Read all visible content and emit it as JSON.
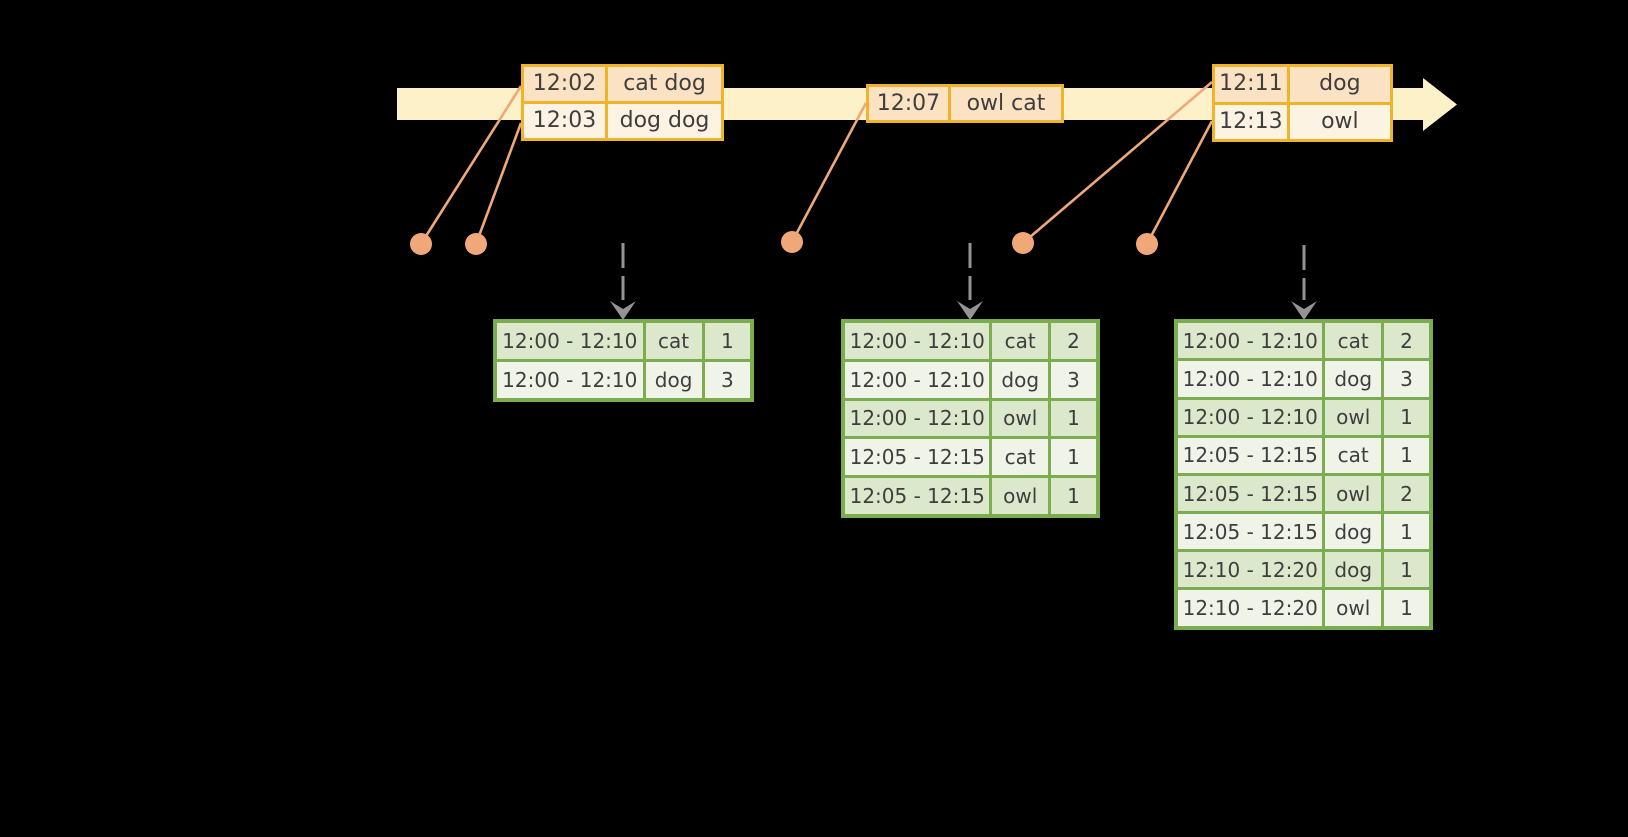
{
  "palette": {
    "bg": "#000000",
    "timeline_fill": "#FCF1C9",
    "event_border": "#F0B42C",
    "event_row_odd": "#FBE2C2",
    "event_row_even": "#FDF3E3",
    "marker": "#F1A878",
    "result_border": "#7BAD50",
    "result_row_odd": "#DCE8CC",
    "result_row_even": "#EFF3E8",
    "trigger_arrow": "#949494",
    "text": "#3E3E3E"
  },
  "event_tables": [
    {
      "rows": [
        [
          "12:02",
          "cat dog"
        ],
        [
          "12:03",
          "dog dog"
        ]
      ]
    },
    {
      "rows": [
        [
          "12:07",
          "owl cat"
        ]
      ]
    },
    {
      "rows": [
        [
          "12:11",
          "dog"
        ],
        [
          "12:13",
          "owl"
        ]
      ]
    }
  ],
  "result_tables": [
    {
      "rows": [
        [
          "12:00 - 12:10",
          "cat",
          "1"
        ],
        [
          "12:00 - 12:10",
          "dog",
          "3"
        ]
      ]
    },
    {
      "rows": [
        [
          "12:00 - 12:10",
          "cat",
          "2"
        ],
        [
          "12:00 - 12:10",
          "dog",
          "3"
        ],
        [
          "12:00 - 12:10",
          "owl",
          "1"
        ],
        [
          "12:05 - 12:15",
          "cat",
          "1"
        ],
        [
          "12:05 - 12:15",
          "owl",
          "1"
        ]
      ]
    },
    {
      "rows": [
        [
          "12:00 - 12:10",
          "cat",
          "2"
        ],
        [
          "12:00 - 12:10",
          "dog",
          "3"
        ],
        [
          "12:00 - 12:10",
          "owl",
          "1"
        ],
        [
          "12:05 - 12:15",
          "cat",
          "1"
        ],
        [
          "12:05 - 12:15",
          "owl",
          "2"
        ],
        [
          "12:05 - 12:15",
          "dog",
          "1"
        ],
        [
          "12:10 - 12:20",
          "dog",
          "1"
        ],
        [
          "12:10 - 12:20",
          "owl",
          "1"
        ]
      ]
    }
  ]
}
